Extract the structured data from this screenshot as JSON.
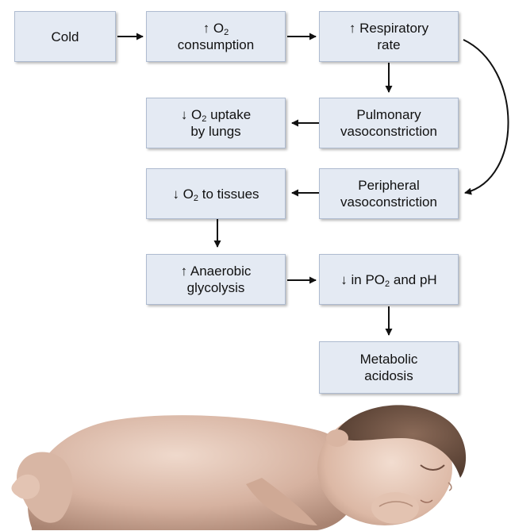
{
  "diagram": {
    "nodes": {
      "cold": {
        "lines": [
          [
            {
              "t": "Cold"
            }
          ]
        ]
      },
      "o2_consumption": {
        "lines": [
          [
            {
              "t": "↑ O"
            },
            {
              "sub": "2"
            }
          ],
          [
            {
              "t": "consumption"
            }
          ]
        ]
      },
      "respiratory_rate": {
        "lines": [
          [
            {
              "t": "↑ Respiratory"
            }
          ],
          [
            {
              "t": "rate"
            }
          ]
        ]
      },
      "o2_uptake": {
        "lines": [
          [
            {
              "t": "↓ O"
            },
            {
              "sub": "2"
            },
            {
              "t": " uptake"
            }
          ],
          [
            {
              "t": "by lungs"
            }
          ]
        ]
      },
      "pulmonary_vaso": {
        "lines": [
          [
            {
              "t": "Pulmonary"
            }
          ],
          [
            {
              "t": "vasoconstriction"
            }
          ]
        ]
      },
      "o2_tissues": {
        "lines": [
          [
            {
              "t": "↓ O"
            },
            {
              "sub": "2"
            },
            {
              "t": " to tissues"
            }
          ]
        ]
      },
      "peripheral_vaso": {
        "lines": [
          [
            {
              "t": "Peripheral"
            }
          ],
          [
            {
              "t": "vasoconstriction"
            }
          ]
        ]
      },
      "anaerobic": {
        "lines": [
          [
            {
              "t": "↑ Anaerobic"
            }
          ],
          [
            {
              "t": "glycolysis"
            }
          ]
        ]
      },
      "po2_ph": {
        "lines": [
          [
            {
              "t": "↓ in PO"
            },
            {
              "sub": "2"
            },
            {
              "t": " and pH"
            }
          ]
        ]
      },
      "acidosis": {
        "lines": [
          [
            {
              "t": "Metabolic"
            }
          ],
          [
            {
              "t": "acidosis"
            }
          ]
        ]
      }
    },
    "edges": [
      {
        "from": "cold",
        "to": "o2_consumption"
      },
      {
        "from": "o2_consumption",
        "to": "respiratory_rate"
      },
      {
        "from": "respiratory_rate",
        "to": "pulmonary_vaso"
      },
      {
        "from": "respiratory_rate",
        "to": "peripheral_vaso"
      },
      {
        "from": "pulmonary_vaso",
        "to": "o2_uptake"
      },
      {
        "from": "peripheral_vaso",
        "to": "o2_tissues"
      },
      {
        "from": "o2_tissues",
        "to": "anaerobic"
      },
      {
        "from": "anaerobic",
        "to": "po2_ph"
      },
      {
        "from": "po2_ph",
        "to": "acidosis"
      }
    ],
    "colors": {
      "box_fill": "#e4eaf3",
      "box_border": "#aebbd0",
      "arrow": "#111111"
    },
    "illustration": "sleeping-infant"
  }
}
